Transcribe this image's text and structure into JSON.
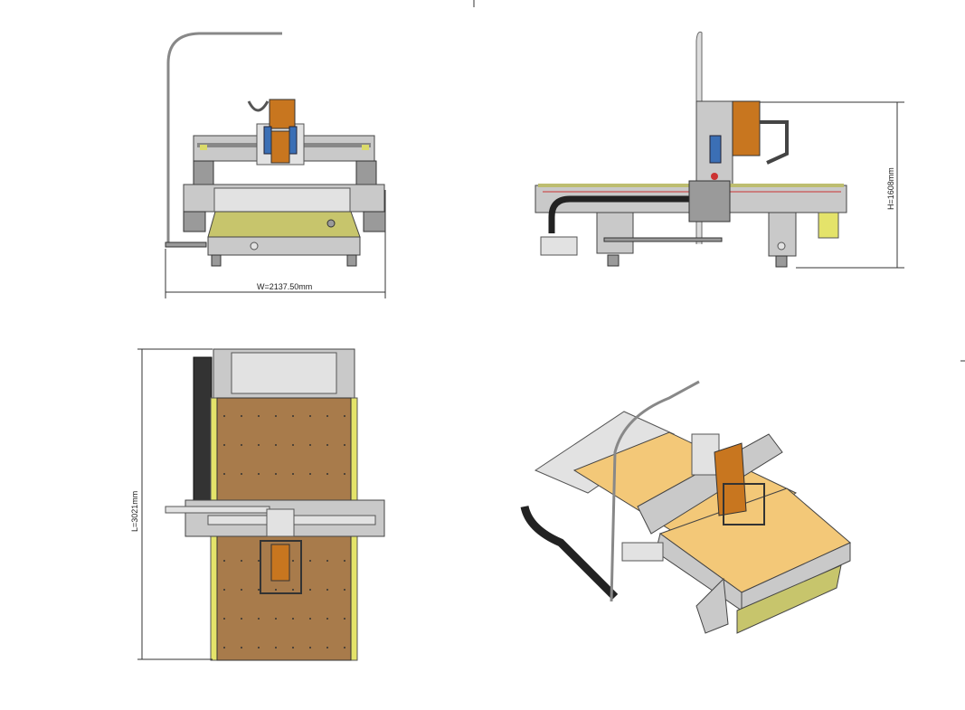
{
  "drawing": {
    "views": [
      "front-view",
      "side-view",
      "top-view",
      "isometric-view"
    ],
    "dimensions": {
      "width_label": "W=2137.50mm",
      "height_label": "H=1608mm",
      "length_label": "L=3021mm"
    },
    "colors": {
      "table_wood": "#a87b4b",
      "table_light": "#f3c878",
      "frame_gray": "#c9c9c9",
      "accent_yellow": "#e4e36a",
      "spindle_orange": "#c8761f"
    }
  }
}
